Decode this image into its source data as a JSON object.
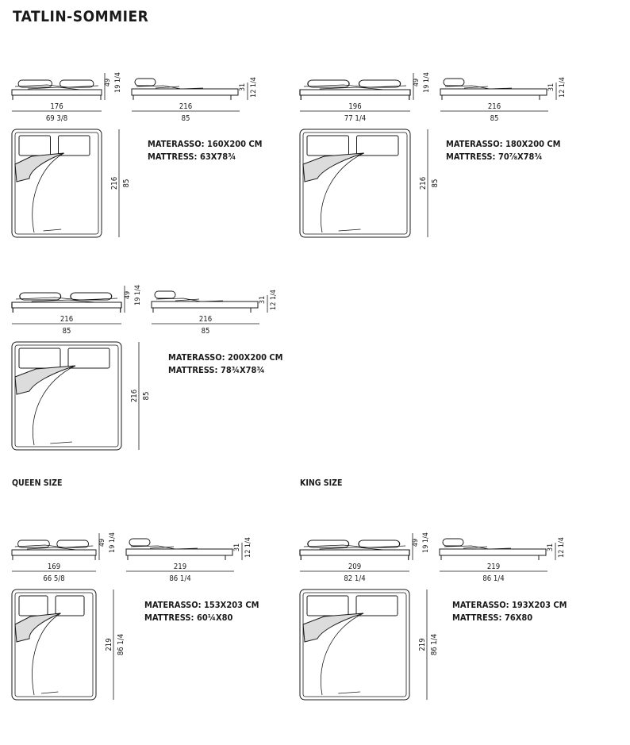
{
  "page": {
    "title": "TATLIN-SOMMIER"
  },
  "sections": [
    {
      "heading": "",
      "front_width_cm": "176",
      "front_width_in": "69 3/8",
      "side_length_cm": "216",
      "side_length_in": "85",
      "height_total_cm": "49",
      "height_total_in": "19 1/4",
      "height_frame_cm": "31",
      "height_frame_in": "12 1/4",
      "plan_length_cm": "216",
      "plan_length_in": "85",
      "materasso": "MATERASSO: 160X200 CM",
      "mattress": "MATTRESS: 63X78¾"
    },
    {
      "heading": "",
      "front_width_cm": "196",
      "front_width_in": "77 1/4",
      "side_length_cm": "216",
      "side_length_in": "85",
      "height_total_cm": "49",
      "height_total_in": "19 1/4",
      "height_frame_cm": "31",
      "height_frame_in": "12 1/4",
      "plan_length_cm": "216",
      "plan_length_in": "85",
      "materasso": "MATERASSO: 180X200 CM",
      "mattress": "MATTRESS: 70⅞X78¾"
    },
    {
      "heading": "",
      "front_width_cm": "216",
      "front_width_in": "85",
      "side_length_cm": "216",
      "side_length_in": "85",
      "height_total_cm": "49",
      "height_total_in": "19 1/4",
      "height_frame_cm": "31",
      "height_frame_in": "12 1/4",
      "plan_length_cm": "216",
      "plan_length_in": "85",
      "materasso": "MATERASSO: 200X200 CM",
      "mattress": "MATTRESS: 78¾X78¾"
    },
    {
      "heading": "QUEEN SIZE",
      "front_width_cm": "169",
      "front_width_in": "66 5/8",
      "side_length_cm": "219",
      "side_length_in": "86 1/4",
      "height_total_cm": "49",
      "height_total_in": "19 1/4",
      "height_frame_cm": "31",
      "height_frame_in": "12 1/4",
      "plan_length_cm": "219",
      "plan_length_in": "86 1/4",
      "materasso": "MATERASSO: 153X203 CM",
      "mattress": "MATTRESS: 60¼X80"
    },
    {
      "heading": "KING SIZE",
      "front_width_cm": "209",
      "front_width_in": "82 1/4",
      "side_length_cm": "219",
      "side_length_in": "86 1/4",
      "height_total_cm": "49",
      "height_total_in": "19 1/4",
      "height_frame_cm": "31",
      "height_frame_in": "12 1/4",
      "plan_length_cm": "219",
      "plan_length_in": "86 1/4",
      "materasso": "MATERASSO: 193X203 CM",
      "mattress": "MATTRESS: 76X80"
    }
  ]
}
